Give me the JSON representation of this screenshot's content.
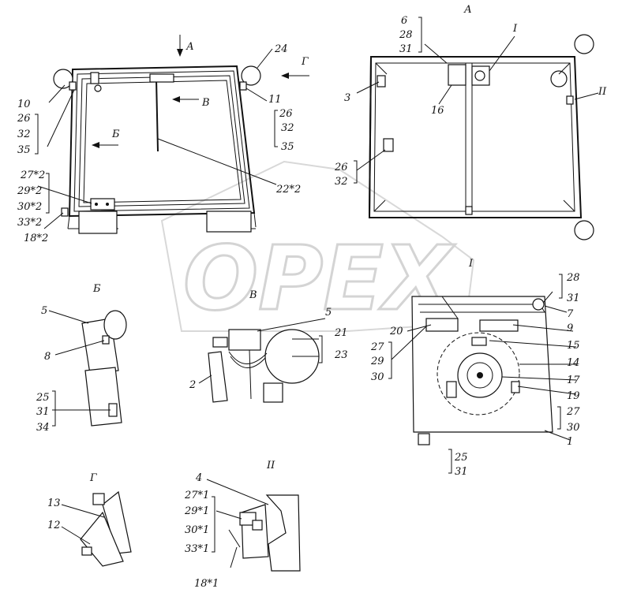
{
  "watermark": "OPEX",
  "views": {
    "A_top": "А",
    "G_top": "Г",
    "B_arrow": "Б",
    "V_arrow": "В",
    "A_view": "А",
    "I_callout": "I",
    "II_callout": "II",
    "B_view": "Б",
    "V_view": "В",
    "I_view": "I",
    "G_view": "Г",
    "II_view": "II"
  },
  "labels": {
    "l10": "10",
    "l26a": "26",
    "l32a": "32",
    "l35a": "35",
    "l24": "24",
    "l11": "11",
    "l26b": "26",
    "l32b": "32",
    "l35b": "35",
    "l27s2": "27*2",
    "l29s2": "29*2",
    "l30s2": "30*2",
    "l33s2": "33*2",
    "l18s2": "18*2",
    "l22s2": "22*2",
    "l6": "6",
    "l28a": "28",
    "l31a": "31",
    "l3": "3",
    "l16": "16",
    "l26c": "26",
    "l32c": "32",
    "l5a": "5",
    "l8": "8",
    "l25a": "25",
    "l31b": "31",
    "l34": "34",
    "l5b": "5",
    "l21": "21",
    "l23": "23",
    "l2": "2",
    "l28b": "28",
    "l31c": "31",
    "l7": "7",
    "l20": "20",
    "l9": "9",
    "l27a": "27",
    "l29a": "29",
    "l30a": "30",
    "l15": "15",
    "l14": "14",
    "l17": "17",
    "l19": "19",
    "l27b": "27",
    "l30b": "30",
    "l1": "1",
    "l25b": "25",
    "l31d": "31",
    "l13": "13",
    "l12": "12",
    "l4": "4",
    "l27s1": "27*1",
    "l29s1": "29*1",
    "l30s1": "30*1",
    "l33s1": "33*1",
    "l18s1": "18*1"
  }
}
